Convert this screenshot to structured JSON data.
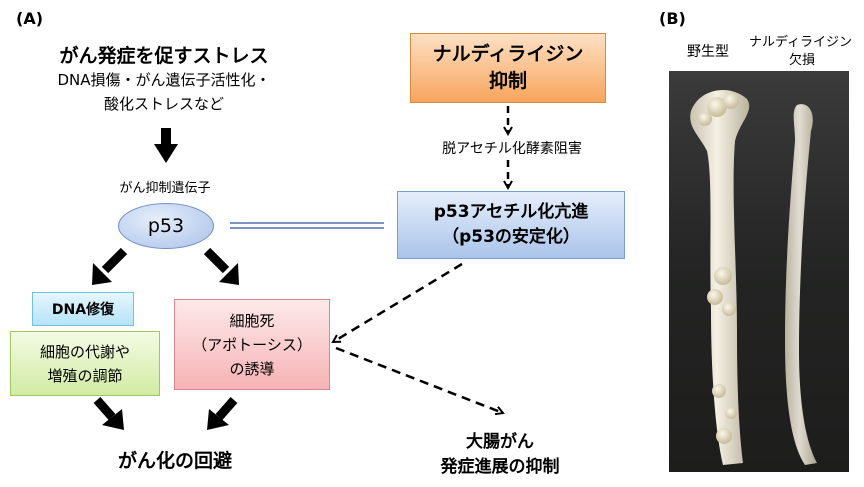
{
  "panel_a_label": "(A)",
  "panel_b_label": "(B)",
  "stress": {
    "title": "がん発症を促すストレス",
    "line2": "DNA損傷・がん遺伝子活性化・",
    "line3": "酸化ストレスなど"
  },
  "nardilysin_box": {
    "line1": "ナルディライジン",
    "line2": "抑制"
  },
  "hdac_text": "脱アセチル化酵素阻害",
  "p53_acetyl_box": {
    "line1": "p53アセチル化亢進",
    "line2": "（p53の安定化）"
  },
  "suppressor_label": "がん抑制遺伝子",
  "p53_label": "p53",
  "dna_repair": "DNA修復",
  "metabolism": {
    "line1": "細胞の代謝や",
    "line2": "増殖の調節"
  },
  "apoptosis": {
    "line1": "細胞死",
    "line2": "（アポトーシス）",
    "line3": "の誘導"
  },
  "outcome_avoid": "がん化の回避",
  "outcome_suppress": {
    "line1": "大腸がん",
    "line2": "発症進展の抑制"
  },
  "photo_labels": {
    "wildtype": "野生型",
    "mutant_line1": "ナルディライジン",
    "mutant_line2": "欠損"
  },
  "colors": {
    "nardilysin_box": "#f7a55d",
    "p53_box": "#aac4ea",
    "dna_repair_box": "#b6e3f7",
    "metabolism_box": "#d2eba3",
    "apoptosis_box": "#f6b3b5",
    "p53_oval": "#a9c1e8"
  }
}
